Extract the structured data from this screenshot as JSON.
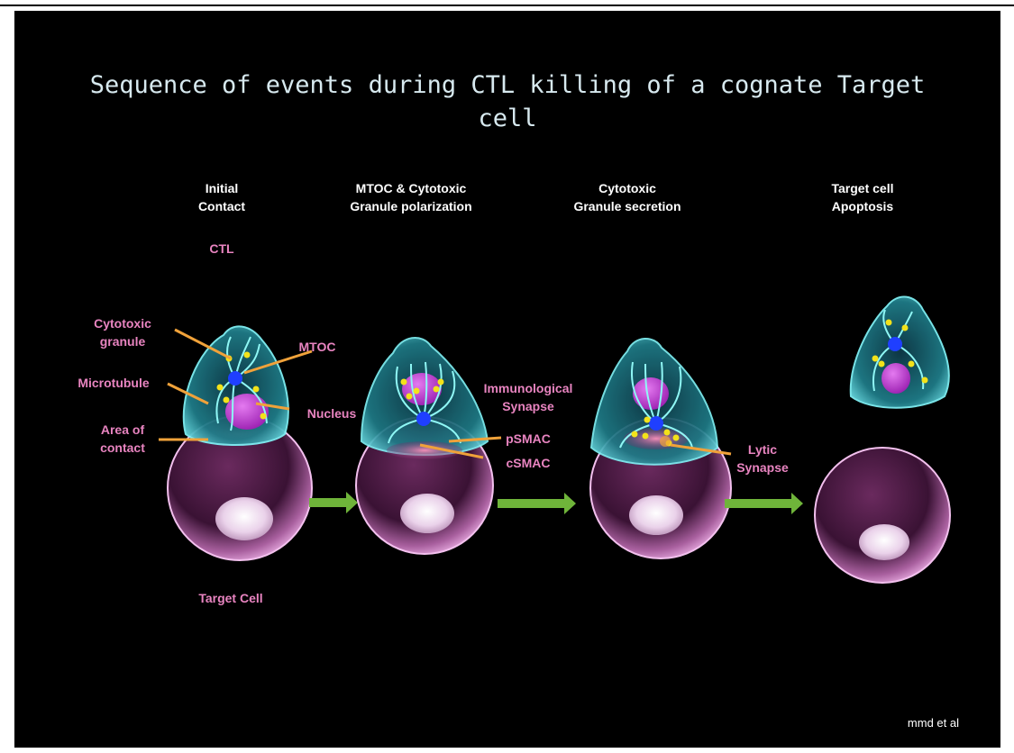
{
  "title": {
    "line1": "Sequence of events during CTL killing of a cognate Target",
    "line2": "cell"
  },
  "stages": [
    {
      "line1": "Initial",
      "line2": "Contact"
    },
    {
      "line1": "MTOC & Cytotoxic",
      "line2": "Granule polarization"
    },
    {
      "line1": "Cytotoxic",
      "line2": "Granule  secretion"
    },
    {
      "line1": "Target cell",
      "line2": "Apoptosis"
    }
  ],
  "labels": {
    "ctl": "CTL",
    "cytotoxic_granule": {
      "line1": "Cytotoxic",
      "line2": "granule"
    },
    "mtoc": "MTOC",
    "microtubule": "Microtubule",
    "nucleus": "Nucleus",
    "area_of_contact": {
      "line1": "Area of",
      "line2": "contact"
    },
    "target_cell": "Target Cell",
    "immunological_synapse": {
      "line1": "Immunological",
      "line2": "Synapse"
    },
    "psmac": "pSMAC",
    "csmac": "cSMAC",
    "lytic_synapse": {
      "line1": "Lytic",
      "line2": "Synapse"
    }
  },
  "credit": "mmd et al",
  "colors": {
    "background": "#000000",
    "title": "#d7e9ef",
    "label_pink": "#e884c0",
    "stage_text": "#ffffff",
    "ctl_cell": "#3fb8c2",
    "target_cell": "#d98fd2",
    "nucleus": "#c23ad6",
    "mtoc": "#1f3fff",
    "granule": "#f3e21a",
    "pointer_line": "#f0a23a",
    "arrow": "#6fb43a"
  },
  "icons": [
    "ctl-cell-icon",
    "target-cell-icon",
    "green-arrow-icon"
  ]
}
